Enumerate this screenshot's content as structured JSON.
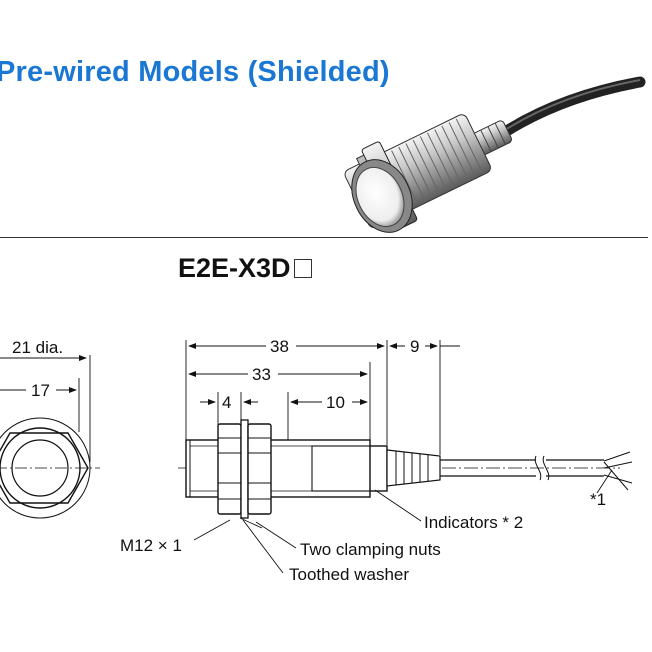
{
  "header": {
    "title": "Pre-wired Models (Shielded)",
    "accent_color": "#1a78d4"
  },
  "model": {
    "name": "E2E-X3D"
  },
  "dimensions": {
    "diameter": "21 dia.",
    "width_across_flats": "17",
    "overall_length": "38",
    "body_length": "33",
    "cable_relief": "9",
    "nut_thickness": "4",
    "indicator_window": "10"
  },
  "labels": {
    "thread": "M12 × 1",
    "indicators": "Indicators * 2",
    "clamping_nuts": "Two clamping nuts",
    "washer": "Toothed washer",
    "note1": "*1"
  },
  "icons": {
    "photo": "sensor-photo",
    "front_view": "hex-nut-front-view",
    "side_view": "sensor-side-view"
  }
}
